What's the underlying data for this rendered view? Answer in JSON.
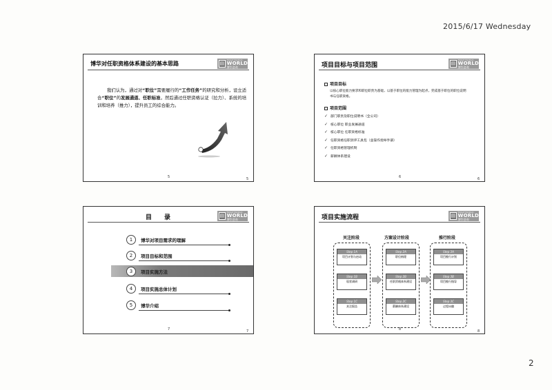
{
  "header": {
    "date": "2015/6/17 Wednesday"
  },
  "footer": {
    "page_number": "2"
  },
  "logo": {
    "small": "BRIGHTWORLD",
    "word": "WORLD",
    "cn": "博华咨询"
  },
  "slide1": {
    "title": "博华对任职资格体系建设的基本思路",
    "body_parts": [
      "我们认为，通过对",
      "“职位”",
      "需要履行的",
      "“工作任务”",
      "的研究和分析，设立适合",
      "“职位”",
      "的",
      "发展通道、任职标准",
      "，然后通过任职资格认证（拉力）、系统的培训和培养（推力），提升员工的综合能力。"
    ],
    "num_center": "5",
    "num_corner": "5"
  },
  "slide2": {
    "title": "项目目标与项目范围",
    "goal_heading": "项目目标",
    "goal_desc": "以核心职位能力要求和职位职责为基础，以基于职位的能力管理为起点，完成基于职位的职位说明书与任职资格。",
    "scope_heading": "项目范围",
    "scope_items": [
      "部门职责及职位说明书（全公司）",
      "核心职位 职业发展通道",
      "核心职位 任职资格标准",
      "任职资格任职测评工具包（含操作指导手册）",
      "任职资格管理机制",
      "薪酬体系建设"
    ],
    "num_center": "6",
    "num_corner": "6"
  },
  "slide3": {
    "title": "目　　录",
    "items": [
      {
        "n": "1",
        "label": "博华对项目需求的理解"
      },
      {
        "n": "2",
        "label": "项目目标和范围"
      },
      {
        "n": "3",
        "label": "项目实施方法"
      },
      {
        "n": "4",
        "label": "项目实施总体计划"
      },
      {
        "n": "5",
        "label": "博华介绍"
      }
    ],
    "num_center": "7",
    "num_corner": "7"
  },
  "slide4": {
    "title": "项目实施流程",
    "phases": [
      {
        "name": "关注阶段",
        "steps": [
          {
            "head": "Step 1A",
            "body": "项目计划与启动"
          },
          {
            "head": "Step 1B",
            "body": "现状调研"
          },
          {
            "head": "Step 1C",
            "body": "关注报告"
          }
        ]
      },
      {
        "name": "方案设计阶段",
        "steps": [
          {
            "head": "Step 2A",
            "body": "职位梳理"
          },
          {
            "head": "Step 2B",
            "body": "任职资格体系建设"
          },
          {
            "head": "Step 2C",
            "body": "薪酬体系建设"
          }
        ]
      },
      {
        "name": "推行阶段",
        "steps": [
          {
            "head": "Step 3A",
            "body": "项目推行计划"
          },
          {
            "head": "Step 3B",
            "body": "项目推行指导"
          },
          {
            "head": "Step 3C",
            "body": "过程纠偏"
          }
        ]
      }
    ],
    "num_center": "8",
    "num_corner": "8"
  }
}
